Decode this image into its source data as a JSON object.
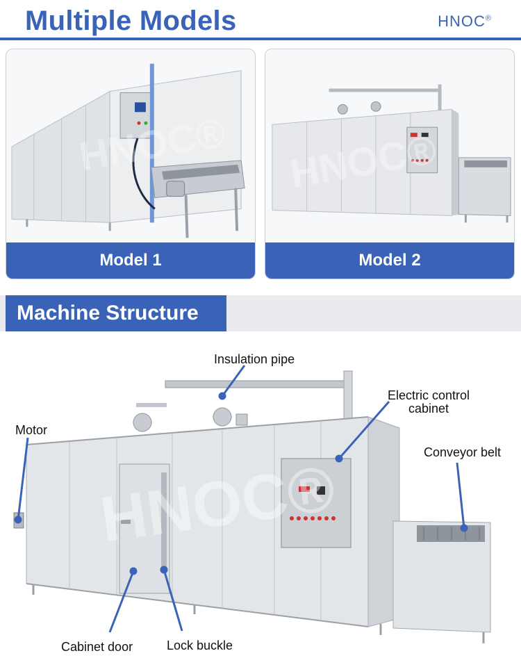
{
  "header": {
    "title": "Multiple Models",
    "brand": "HNOC",
    "brand_mark": "®"
  },
  "models": [
    {
      "label": "Model 1"
    },
    {
      "label": "Model 2"
    }
  ],
  "section": {
    "title": "Machine Structure"
  },
  "callouts": {
    "insulation_pipe": "Insulation pipe",
    "electric_control_line1": "Electric control",
    "electric_control_line2": "cabinet",
    "motor": "Motor",
    "conveyor_belt": "Conveyor belt",
    "cabinet_door": "Cabinet door",
    "lock_buckle": "Lock buckle"
  },
  "watermark": "HNOC®",
  "colors": {
    "accent": "#3a63b8",
    "steel_light": "#e6e8eb",
    "steel_mid": "#c8ccd2",
    "steel_dark": "#8e949c"
  }
}
